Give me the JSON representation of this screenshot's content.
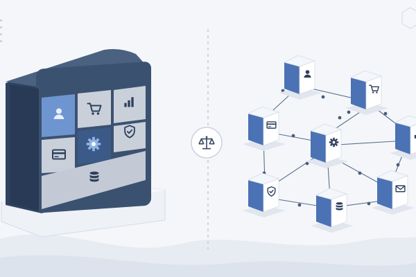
{
  "illustration": {
    "left_panel": {
      "modules": [
        {
          "name": "user",
          "icon": "user-icon",
          "highlighted": true
        },
        {
          "name": "cart",
          "icon": "shopping-cart-icon",
          "highlighted": false
        },
        {
          "name": "analytics",
          "icon": "bar-chart-icon",
          "highlighted": false
        },
        {
          "name": "payment",
          "icon": "credit-card-icon",
          "highlighted": false
        },
        {
          "name": "settings",
          "icon": "gear-icon",
          "highlighted": true
        },
        {
          "name": "security",
          "icon": "shield-check-icon",
          "highlighted": false
        },
        {
          "name": "database",
          "icon": "database-icon",
          "highlighted": false
        }
      ]
    },
    "divider": {
      "icon": "scales-icon"
    },
    "right_panel": {
      "nodes": [
        {
          "name": "user",
          "icon": "user-icon"
        },
        {
          "name": "cart",
          "icon": "shopping-cart-icon"
        },
        {
          "name": "payment",
          "icon": "credit-card-icon"
        },
        {
          "name": "settings",
          "icon": "gear-icon"
        },
        {
          "name": "analytics",
          "icon": "bar-chart-icon"
        },
        {
          "name": "security",
          "icon": "shield-check-icon"
        },
        {
          "name": "database",
          "icon": "database-icon"
        },
        {
          "name": "messaging",
          "icon": "envelope-icon"
        }
      ]
    }
  },
  "colors": {
    "background": "#f4f6f9",
    "monolith_frame": "#3b5170",
    "accent_blue": "#4a72b4",
    "light_blue": "#6f95d0",
    "tile_gray": "#c9d0da",
    "node_top": "#ffffff",
    "node_side": "#dfe5ee",
    "icon_dark": "#2e3f5c",
    "connector": "#5b6f8e"
  }
}
